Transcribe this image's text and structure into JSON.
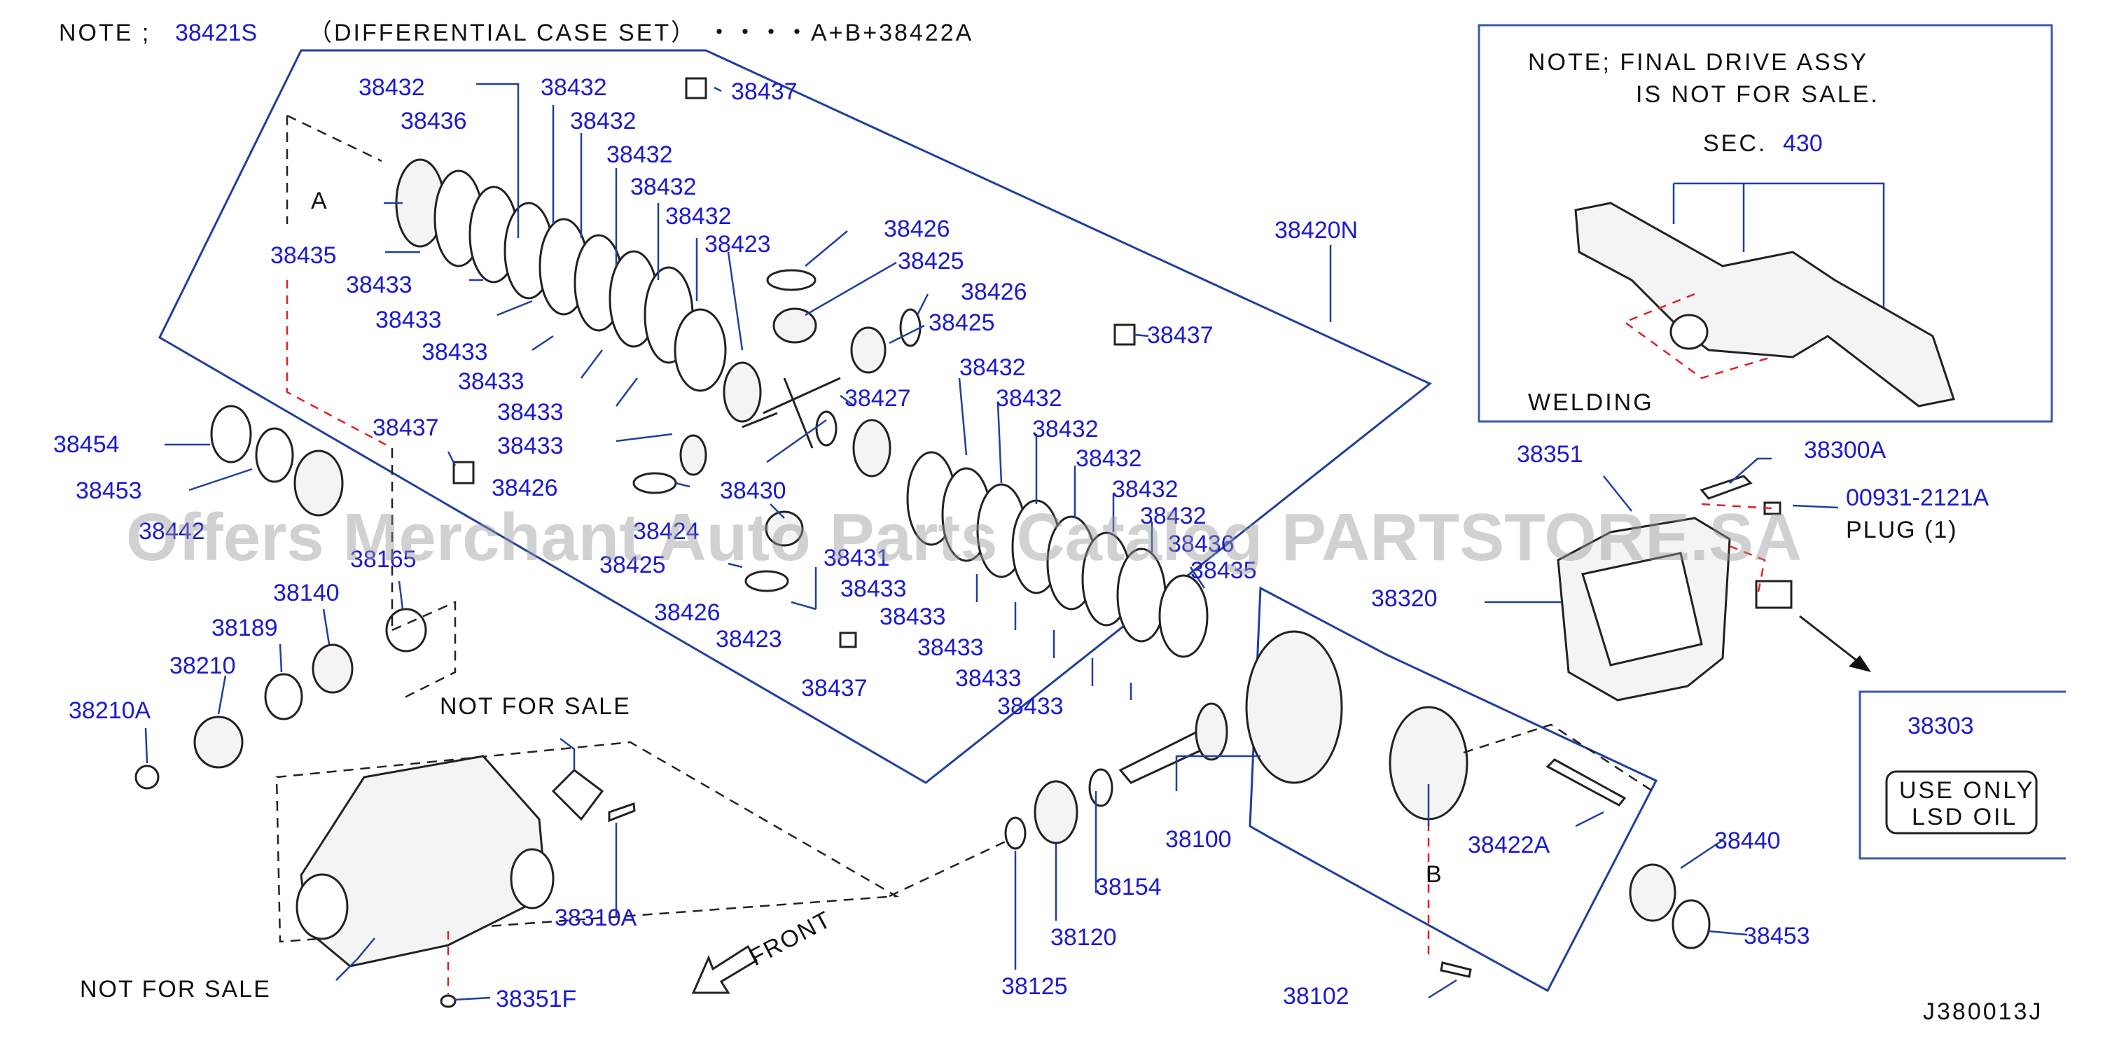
{
  "note_top": {
    "prefix": "NOTE ;",
    "part": "38421S",
    "desc": "（DIFFERENTIAL CASE SET）",
    "suffix": "・・・・A+B+38422A"
  },
  "note_box": {
    "line1": "NOTE; FINAL DRIVE ASSY",
    "line2": "IS NOT FOR SALE.",
    "sec_prefix": "SEC.",
    "sec_num": "430",
    "welding": "WELDING"
  },
  "lsd_box": {
    "part": "38303",
    "line1": "USE ONLY",
    "line2": "LSD OIL"
  },
  "not_for_sale_1": "NOT FOR SALE",
  "not_for_sale_2": "NOT FOR SALE",
  "front": "FRONT",
  "marker_a": "A",
  "marker_b": "B",
  "diagram_id": "J380013J",
  "watermark": "Offers Merchant Auto Parts Catalog PARTSTORE.SA",
  "labels": {
    "p38432_1": "38432",
    "p38432_2": "38432",
    "p38432_3": "38432",
    "p38432_4": "38432",
    "p38432_5": "38432",
    "p38432_6": "38432",
    "p38436": "38436",
    "p38435": "38435",
    "p38433_1": "38433",
    "p38433_2": "38433",
    "p38433_3": "38433",
    "p38433_4": "38433",
    "p38433_5": "38433",
    "p38433_6": "38433",
    "p38437_1": "38437",
    "p38437_2": "38437",
    "p38437_3": "38437",
    "p38437_4": "38437",
    "p38423_1": "38423",
    "p38426_1": "38426",
    "p38425_1": "38425",
    "p38426_2": "38426",
    "p38425_2": "38425",
    "p38427": "38427",
    "p38420N": "38420N",
    "p38454": "38454",
    "p38453_1": "38453",
    "p38442": "38442",
    "p38165": "38165",
    "p38140": "38140",
    "p38189": "38189",
    "p38210": "38210",
    "p38210A": "38210A",
    "p38426_3": "38426",
    "p38430": "38430",
    "p38424": "38424",
    "p38425_3": "38425",
    "p38426_4": "38426",
    "p38423_2": "38423",
    "p38431": "38431",
    "p38433_7": "38433",
    "p38433_8": "38433",
    "p38433_9": "38433",
    "p38433_10": "38433",
    "p38433_11": "38433",
    "p38432_7": "38432",
    "p38432_8": "38432",
    "p38432_9": "38432",
    "p38432_10": "38432",
    "p38432_11": "38432",
    "p38432_12": "38432",
    "p38436_2": "38436",
    "p38435_2": "38435",
    "p38351": "38351",
    "p38300A": "38300A",
    "p00931": "00931-2121A",
    "plug": "PLUG (1)",
    "p38320": "38320",
    "p38100": "38100",
    "p38422A": "38422A",
    "p38154": "38154",
    "p38120": "38120",
    "p38125": "38125",
    "p38440": "38440",
    "p38453_2": "38453",
    "p38102": "38102",
    "p38310A": "38310A",
    "p38351F": "38351F"
  }
}
